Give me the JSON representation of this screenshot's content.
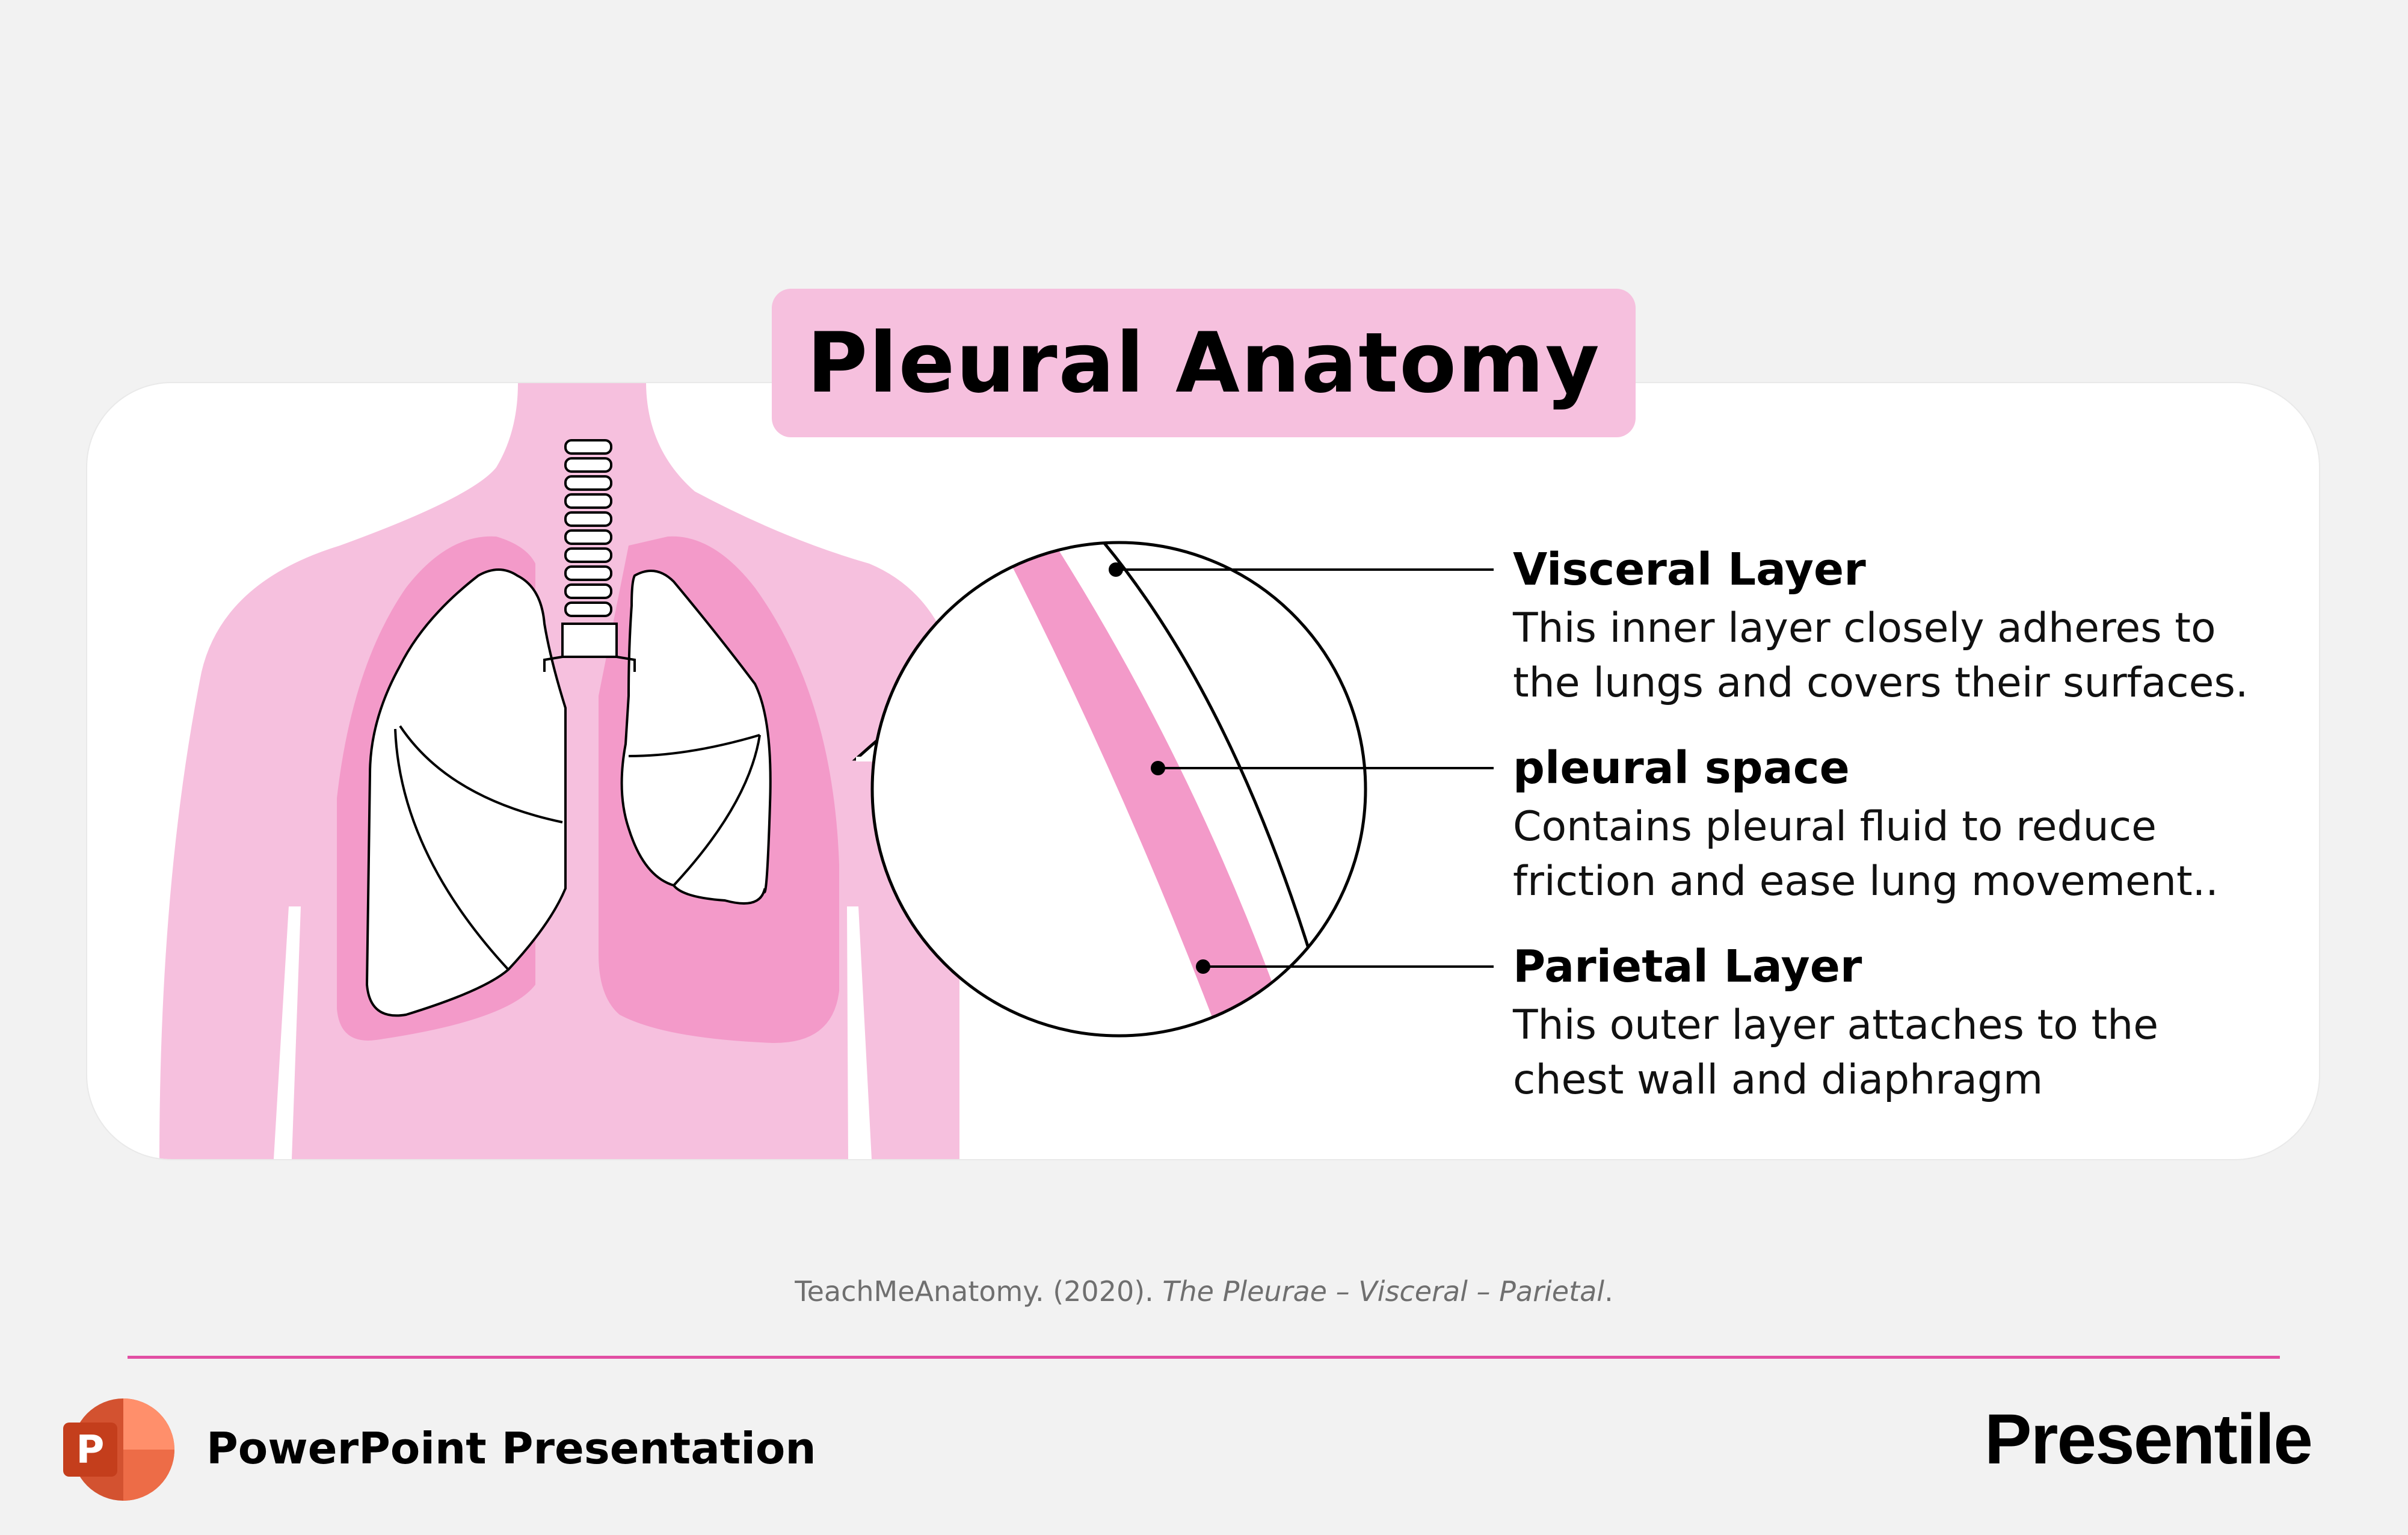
{
  "title": "Pleural Anatomy",
  "labels": [
    {
      "heading": "Visceral Layer",
      "line1": "This inner layer closely adheres to",
      "line2": "the lungs and covers their surfaces."
    },
    {
      "heading": "pleural space",
      "line1": "Contains pleural fluid to reduce",
      "line2": "friction and ease lung movement.."
    },
    {
      "heading": "Parietal Layer",
      "line1": "This outer layer attaches to the",
      "line2": "chest wall and diaphragm"
    }
  ],
  "citation": {
    "prefix": "TeachMeAnatomy. (2020). ",
    "title": "The Pleurae – Visceral – Parietal",
    "suffix": "."
  },
  "footer": {
    "app_name": "PowerPoint Presentation",
    "app_icon_letter": "P",
    "brand": "Presentile"
  },
  "colors": {
    "body": "#f6c0de",
    "pleura": "#f39ac9",
    "accent_line": "#e24fa4",
    "background": "#f2f2f2"
  }
}
